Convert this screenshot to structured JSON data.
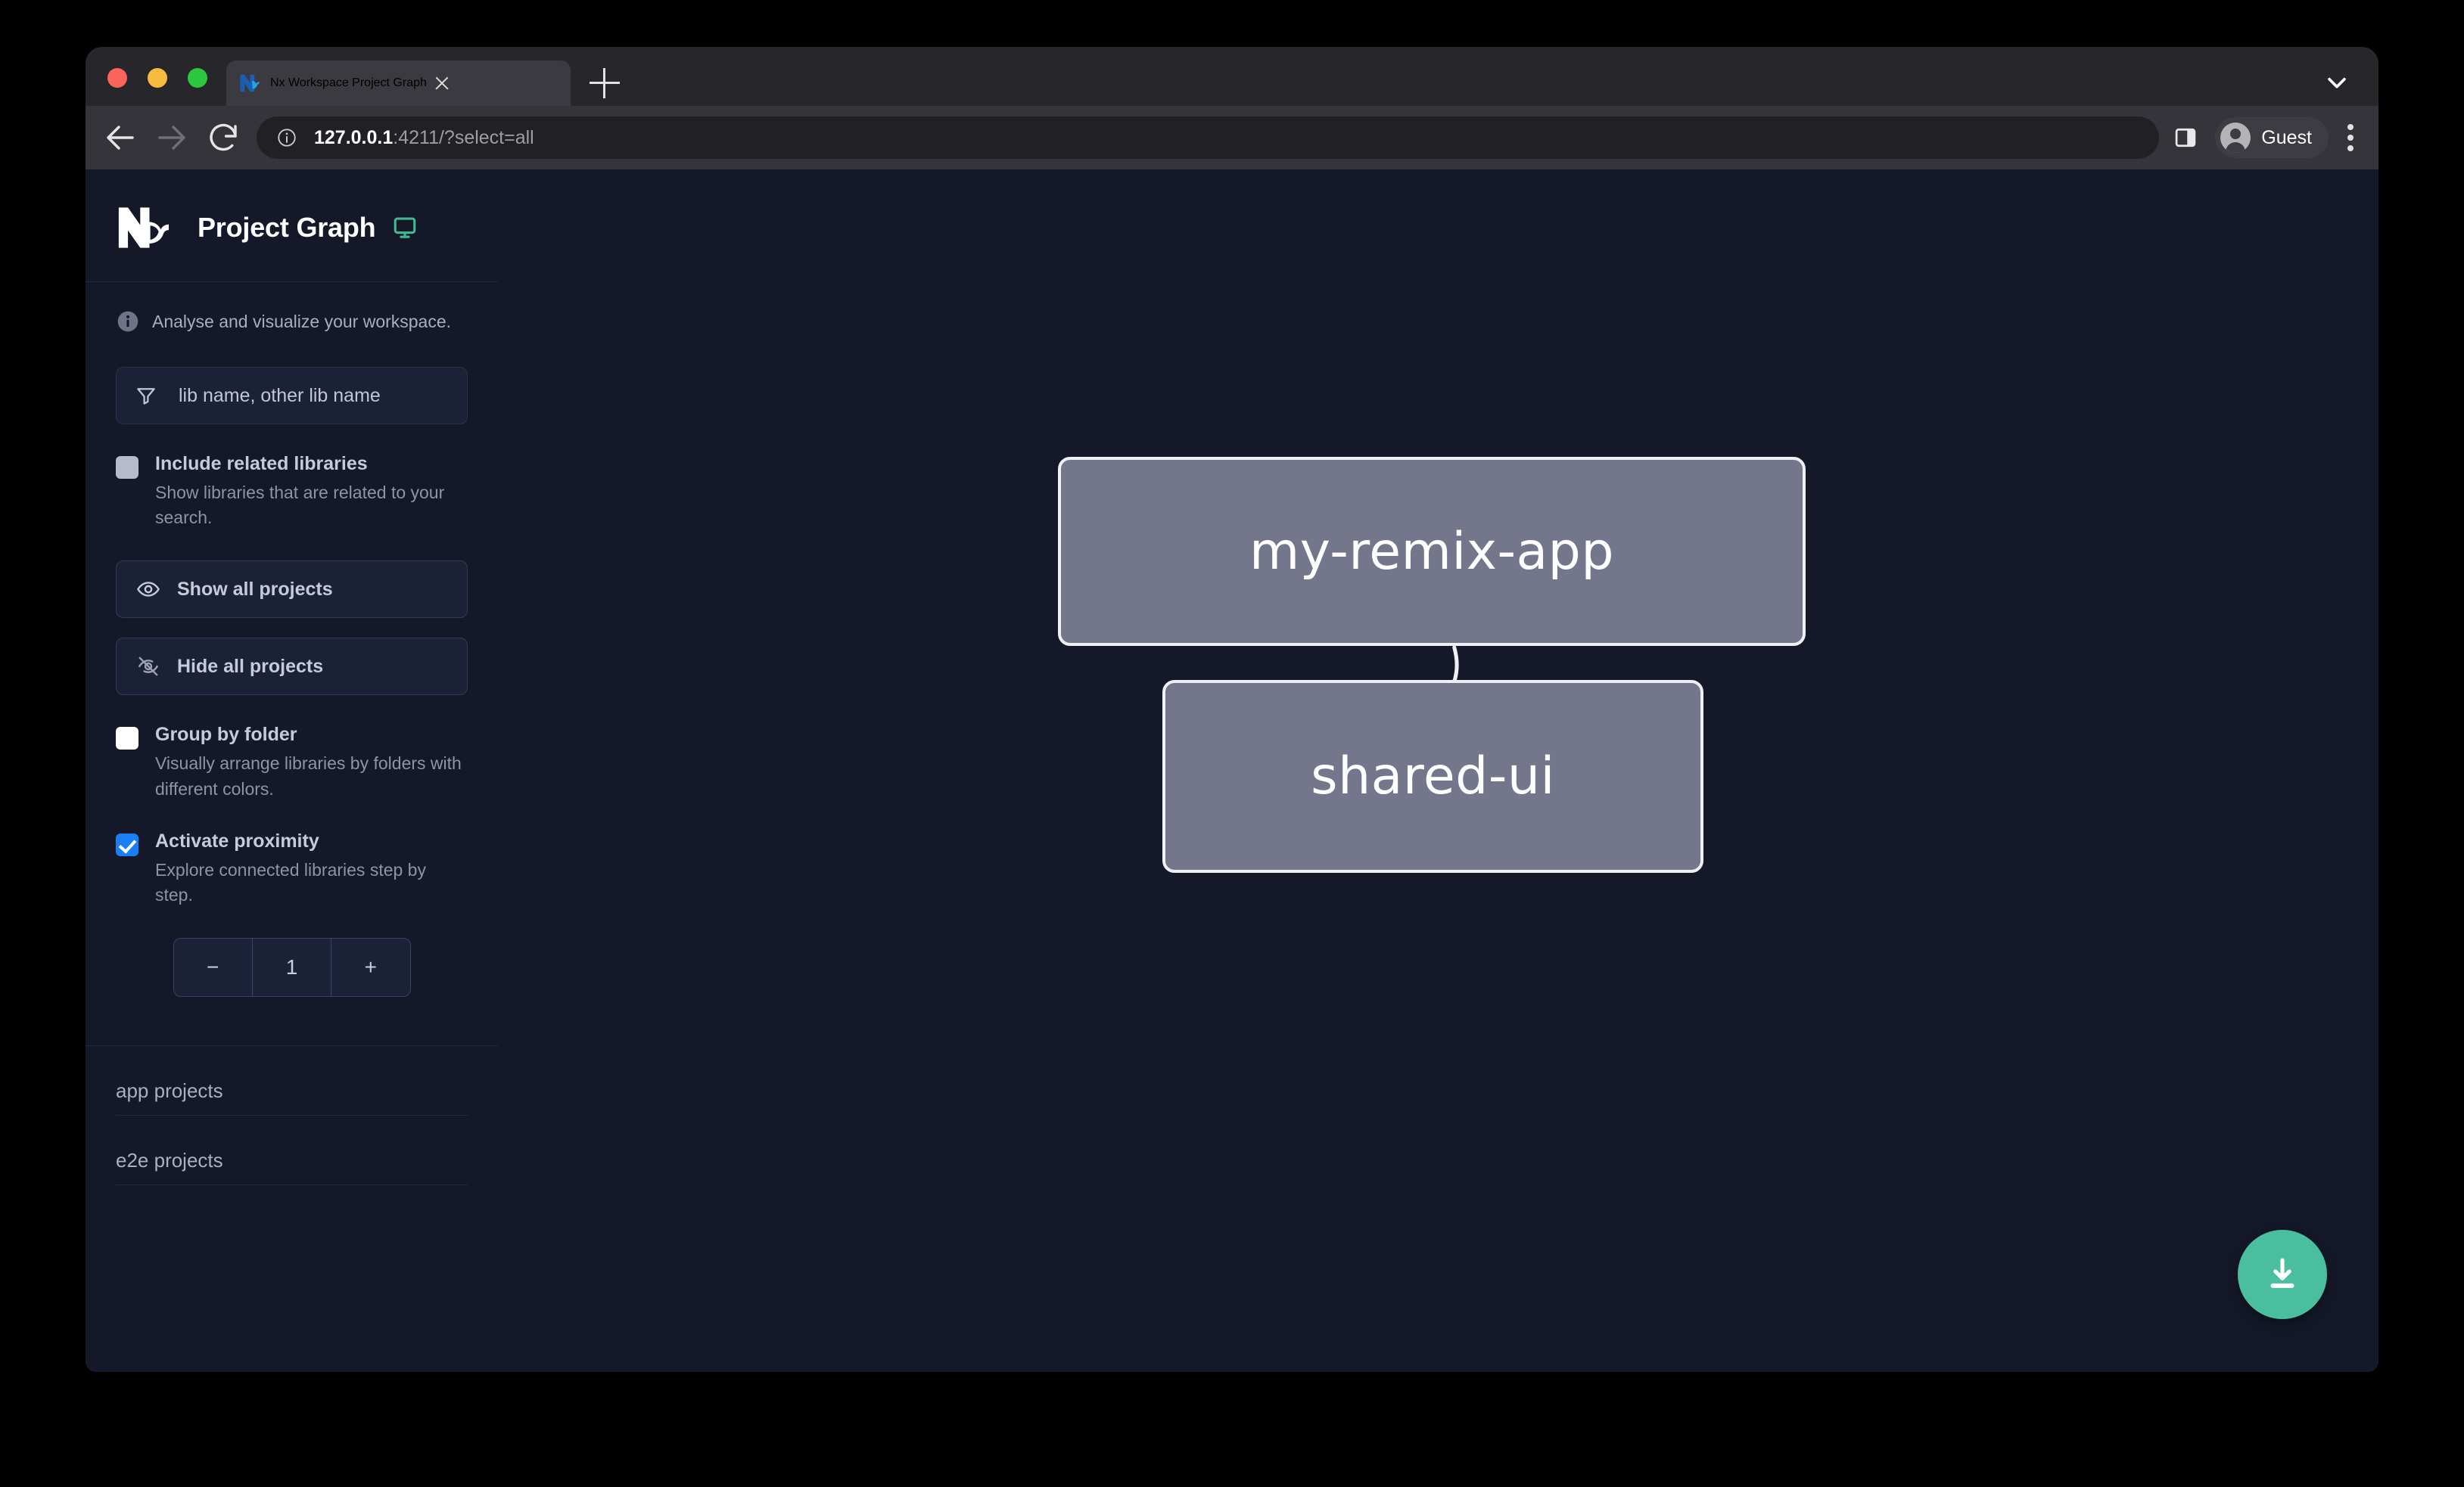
{
  "browser": {
    "tab": {
      "title": "Nx Workspace Project Graph",
      "favicon_icon": "nx-favicon-icon",
      "close_icon": "close-icon"
    },
    "new_tab_icon": "plus-icon",
    "tab_list_icon": "chevron-down-icon",
    "toolbar": {
      "back_icon": "arrow-left-icon",
      "forward_icon": "arrow-right-icon",
      "reload_icon": "reload-icon",
      "site_info_icon": "info-circle-icon",
      "url_host": "127.0.0.1",
      "url_path": ":4211/?select=all",
      "side_panel_icon": "side-panel-icon",
      "profile_name": "Guest",
      "profile_avatar_icon": "account-avatar-icon",
      "menu_icon": "three-dot-menu-icon"
    },
    "window_controls": {
      "close": "close-window-button",
      "minimize": "minimize-window-button",
      "maximize": "maximize-window-button"
    }
  },
  "sidebar": {
    "logo_icon": "nx-logo-icon",
    "title": "Project Graph",
    "monitor_icon": "monitor-icon",
    "info_icon": "info-circle-icon",
    "subtitle": "Analyse and visualize your workspace.",
    "filter": {
      "icon": "funnel-filter-icon",
      "placeholder": "lib name, other lib name",
      "value": ""
    },
    "options": [
      {
        "id": "include-related-libraries",
        "label": "Include related libraries",
        "description": "Show libraries that are related to your search.",
        "checked": false,
        "state": "disabled"
      },
      {
        "id": "group-by-folder",
        "label": "Group by folder",
        "description": "Visually arrange libraries by folders with different colors.",
        "checked": false,
        "state": "enabled"
      },
      {
        "id": "activate-proximity",
        "label": "Activate proximity",
        "description": "Explore connected libraries step by step.",
        "checked": true,
        "state": "enabled"
      }
    ],
    "buttons": [
      {
        "id": "show-all-projects",
        "label": "Show all projects",
        "icon": "eye-icon"
      },
      {
        "id": "hide-all-projects",
        "label": "Hide all projects",
        "icon": "eye-off-icon"
      }
    ],
    "proximity_stepper": {
      "decrement_label": "−",
      "value": "1",
      "increment_label": "+"
    },
    "project_groups": [
      {
        "id": "app-projects",
        "label": "app projects"
      },
      {
        "id": "e2e-projects",
        "label": "e2e projects"
      }
    ],
    "scrollbar": {
      "name": "sidebar-scrollbar"
    }
  },
  "graph": {
    "nodes": [
      {
        "id": "my-remix-app",
        "label": "my-remix-app"
      },
      {
        "id": "shared-ui",
        "label": "shared-ui"
      }
    ],
    "edges": [
      {
        "from": "my-remix-app",
        "to": "shared-ui"
      }
    ],
    "download_button": {
      "icon": "download-icon",
      "color": "#4abfa0"
    }
  },
  "colors": {
    "page_background": "#141829",
    "sidebar_background": "#141829",
    "node_fill": "#74778c",
    "node_border": "#eef0f6",
    "accent_green": "#4abfa0",
    "accent_blue": "#1a7ef5",
    "browser_chrome": "#35343a"
  }
}
